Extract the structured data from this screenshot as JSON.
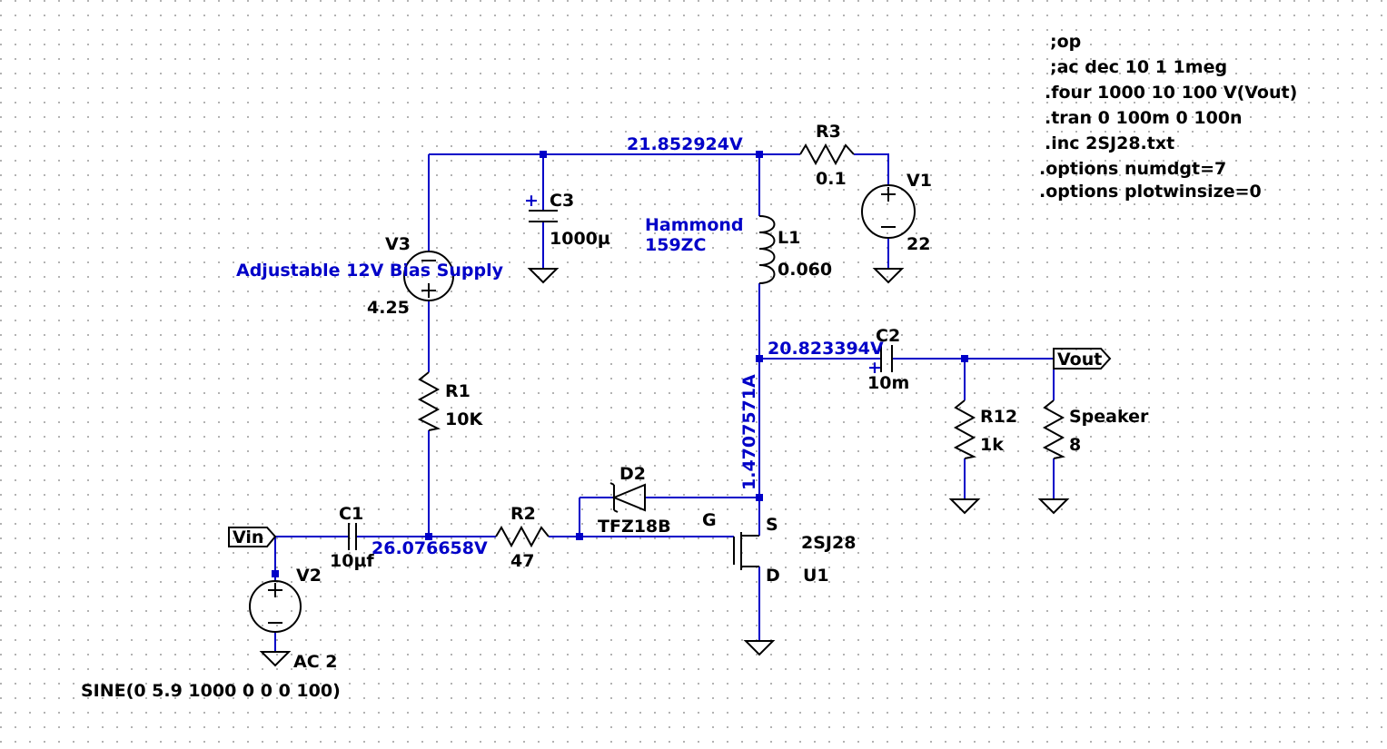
{
  "directives": [
    ";op",
    ";ac dec 10 1 1meg",
    ".four 1000 10 100 V(Vout)",
    ".tran 0 100m 0 100n",
    ".inc 2SJ28.txt",
    ".options numdgt=7",
    ".options plotwinsize=0"
  ],
  "net_labels": {
    "top_rail_voltage": "21.852924V",
    "drain_node_voltage": "20.823394V",
    "gate_node_voltage": "26.076658V",
    "mosfet_current": "1.4707571A",
    "transformer_note_line1": "Hammond",
    "transformer_note_line2": "159ZC",
    "bias_supply_note": "Adjustable 12V Bias Supply"
  },
  "ports": {
    "vin": "Vin",
    "vout": "Vout"
  },
  "components": {
    "r3": {
      "name": "R3",
      "value": "0.1"
    },
    "v1": {
      "name": "V1",
      "value": "22"
    },
    "c3": {
      "name": "C3",
      "value": "1000µ",
      "polarity": "+"
    },
    "l1": {
      "name": "L1",
      "value": "0.060"
    },
    "v3": {
      "name": "V3",
      "value": "4.25"
    },
    "r1": {
      "name": "R1",
      "value": "10K"
    },
    "c2": {
      "name": "C2",
      "value": "10m",
      "polarity": "+"
    },
    "r12": {
      "name": "R12",
      "value": "1k"
    },
    "speaker": {
      "name": "Speaker",
      "value": "8"
    },
    "d2": {
      "name": "D2",
      "value": "TFZ18B"
    },
    "r2": {
      "name": "R2",
      "value": "47"
    },
    "c1": {
      "name": "C1",
      "value": "10µf"
    },
    "u1": {
      "name": "U1",
      "model": "2SJ28",
      "gate": "G",
      "source": "S",
      "drain": "D"
    },
    "v2": {
      "name": "V2",
      "ac": "AC 2",
      "source_spec": "SINE(0  5.9 1000 0 0 0 100)"
    }
  },
  "colors": {
    "wire": "#0000c8",
    "component": "#000000",
    "grid_dot": "#9a9a9a",
    "background": "#ffffff"
  }
}
